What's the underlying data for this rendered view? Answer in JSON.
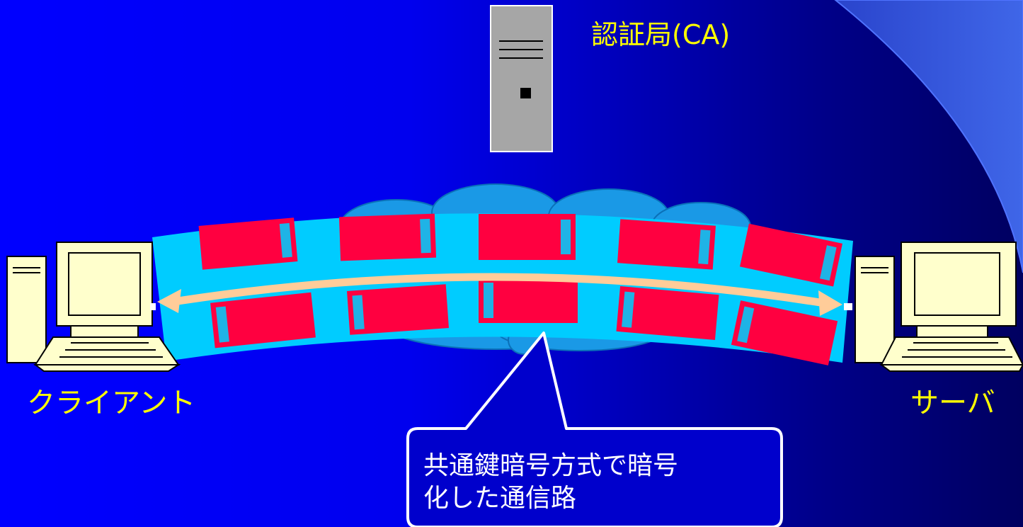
{
  "ca_label": "認証局(CA)",
  "client_label": "クライアント",
  "server_label": "サーバ",
  "callout": {
    "line1": "共通鍵暗号方式で暗号",
    "line2": "化した通信路"
  },
  "colors": {
    "background_left": "#0000ff",
    "background_right": "#000060",
    "label_text": "#ffff00",
    "tunnel": "#00ccff",
    "packet": "#ff0040",
    "packet_tab": "#1fb3e6",
    "arrow": "#ffcc99",
    "server_box": "#a6a6a6",
    "computer": "#ffffcc",
    "cloud": "#1a99e6",
    "swoosh": "#3355dd"
  }
}
